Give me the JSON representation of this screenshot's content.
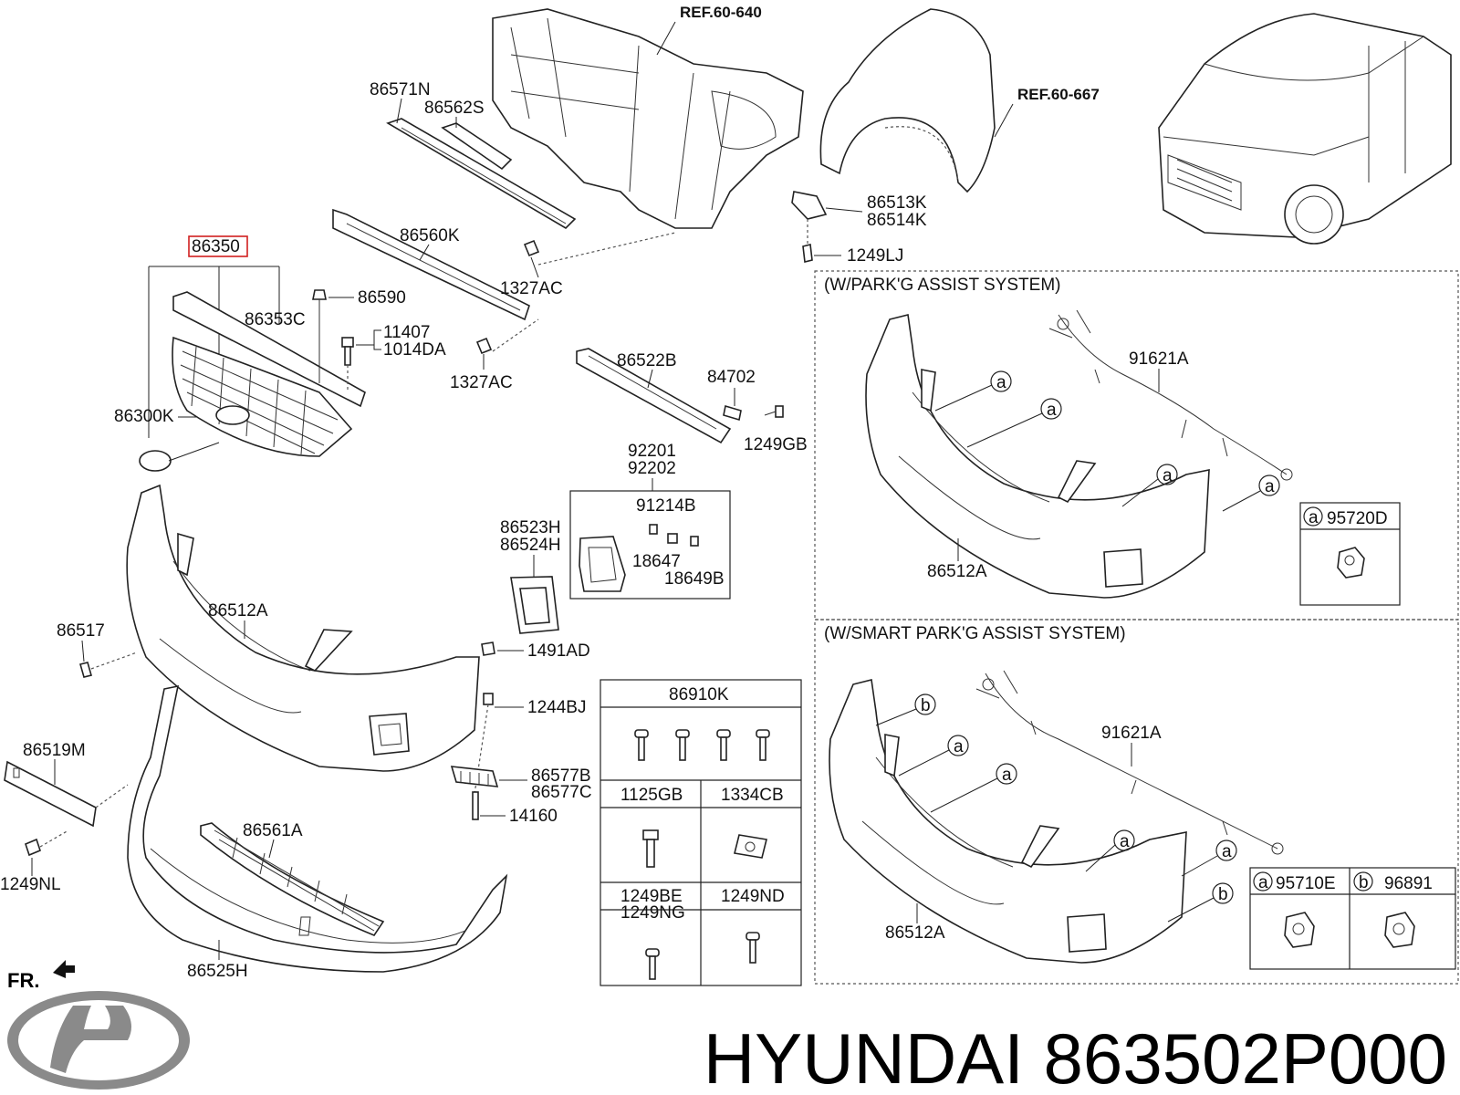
{
  "brand": {
    "text": "HYUNDAI 863502P000",
    "front_marker": "FR."
  },
  "references": [
    "REF.60-640",
    "REF.60-667"
  ],
  "sections": {
    "park_assist": {
      "title": "(W/PARK'G ASSIST SYSTEM)",
      "harness": "91621A",
      "bumper": "86512A",
      "sensor_key": "a",
      "sensor_part": "95720D"
    },
    "smart_park_assist": {
      "title": "(W/SMART PARK'G ASSIST SYSTEM)",
      "harness": "91621A",
      "bumper": "86512A",
      "sensors": [
        {
          "key": "a",
          "part": "95710E"
        },
        {
          "key": "b",
          "part": "96891"
        }
      ]
    }
  },
  "parts": {
    "highlighted": "86350",
    "p86571N": "86571N",
    "p86562S": "86562S",
    "p86560K": "86560K",
    "p1327AC_a": "1327AC",
    "p1327AC_b": "1327AC",
    "p86590": "86590",
    "p86353C": "86353C",
    "p11407": "11407",
    "p1014DA": "1014DA",
    "p86300K": "86300K",
    "p86513K": "86513K",
    "p86514K": "86514K",
    "p1249LJ": "1249LJ",
    "p86522B": "86522B",
    "p84702": "84702",
    "p1249GB": "1249GB",
    "p92201": "92201",
    "p92202": "92202",
    "p91214B": "91214B",
    "p18647": "18647",
    "p18649B": "18649B",
    "p86523H": "86523H",
    "p86524H": "86524H",
    "p86517": "86517",
    "p86512A": "86512A",
    "p1491AD": "1491AD",
    "p1244BJ": "1244BJ",
    "p86519M": "86519M",
    "p86577B": "86577B",
    "p86577C": "86577C",
    "p14160": "14160",
    "p86561A": "86561A",
    "p1249NL": "1249NL",
    "p86525H": "86525H"
  },
  "fastener_table": {
    "header": "86910K",
    "cells": [
      "1125GB",
      "1334CB",
      "1249BE",
      "1249NG",
      "1249ND"
    ]
  }
}
